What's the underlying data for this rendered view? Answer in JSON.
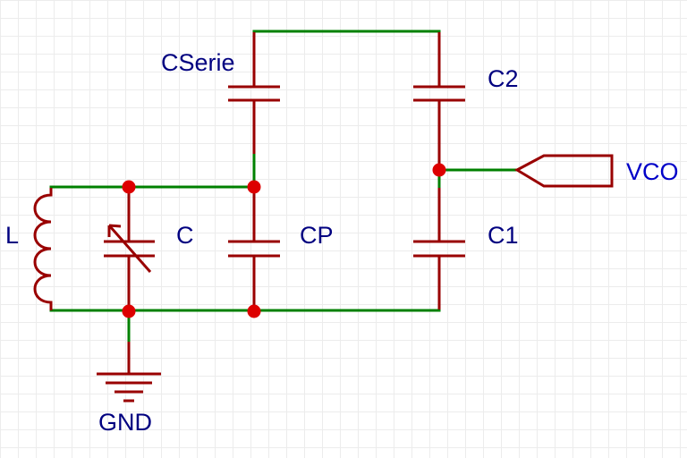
{
  "schematic": {
    "colors": {
      "wire": "#008000",
      "component": "#990000",
      "junction": "#dd0000",
      "label": "#000080",
      "net_label": "#0000c8"
    },
    "components": {
      "inductor": {
        "label": "L"
      },
      "variable_capacitor": {
        "label": "C"
      },
      "parallel_capacitor": {
        "label": "CP"
      },
      "series_capacitor": {
        "label": "CSerie"
      },
      "capacitor_c2": {
        "label": "C2"
      },
      "capacitor_c1": {
        "label": "C1"
      },
      "ground": {
        "label": "GND"
      }
    },
    "net_port": {
      "label": "VCO"
    }
  }
}
